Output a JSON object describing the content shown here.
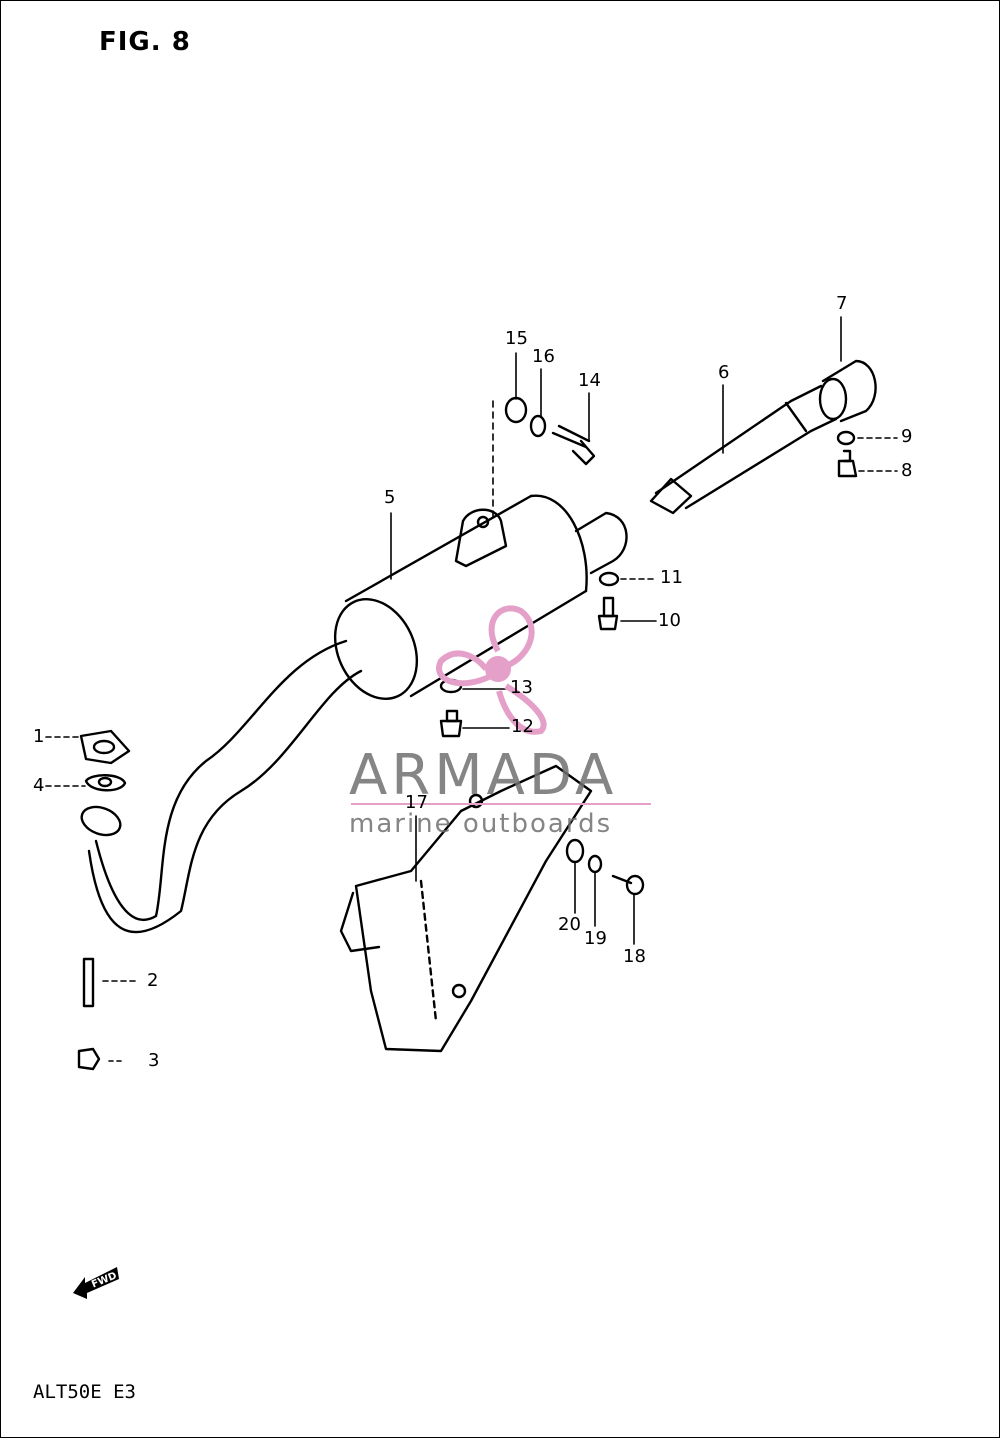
{
  "figure": {
    "title": "FIG. 8",
    "model_code": "ALT50E  E3"
  },
  "callouts": [
    "1",
    "2",
    "3",
    "4",
    "5",
    "6",
    "7",
    "8",
    "9",
    "10",
    "11",
    "12",
    "13",
    "14",
    "15",
    "16",
    "17",
    "18",
    "19",
    "20"
  ],
  "direction_marker": {
    "label": "FWD",
    "icon": "arrow-left-icon"
  },
  "watermark": {
    "brand": "ARMADA",
    "tagline": "marine outboards",
    "logo_icon": "propeller-icon",
    "accent_color": "#e4a0c8",
    "text_color": "#707070"
  },
  "line_color": "#000000"
}
